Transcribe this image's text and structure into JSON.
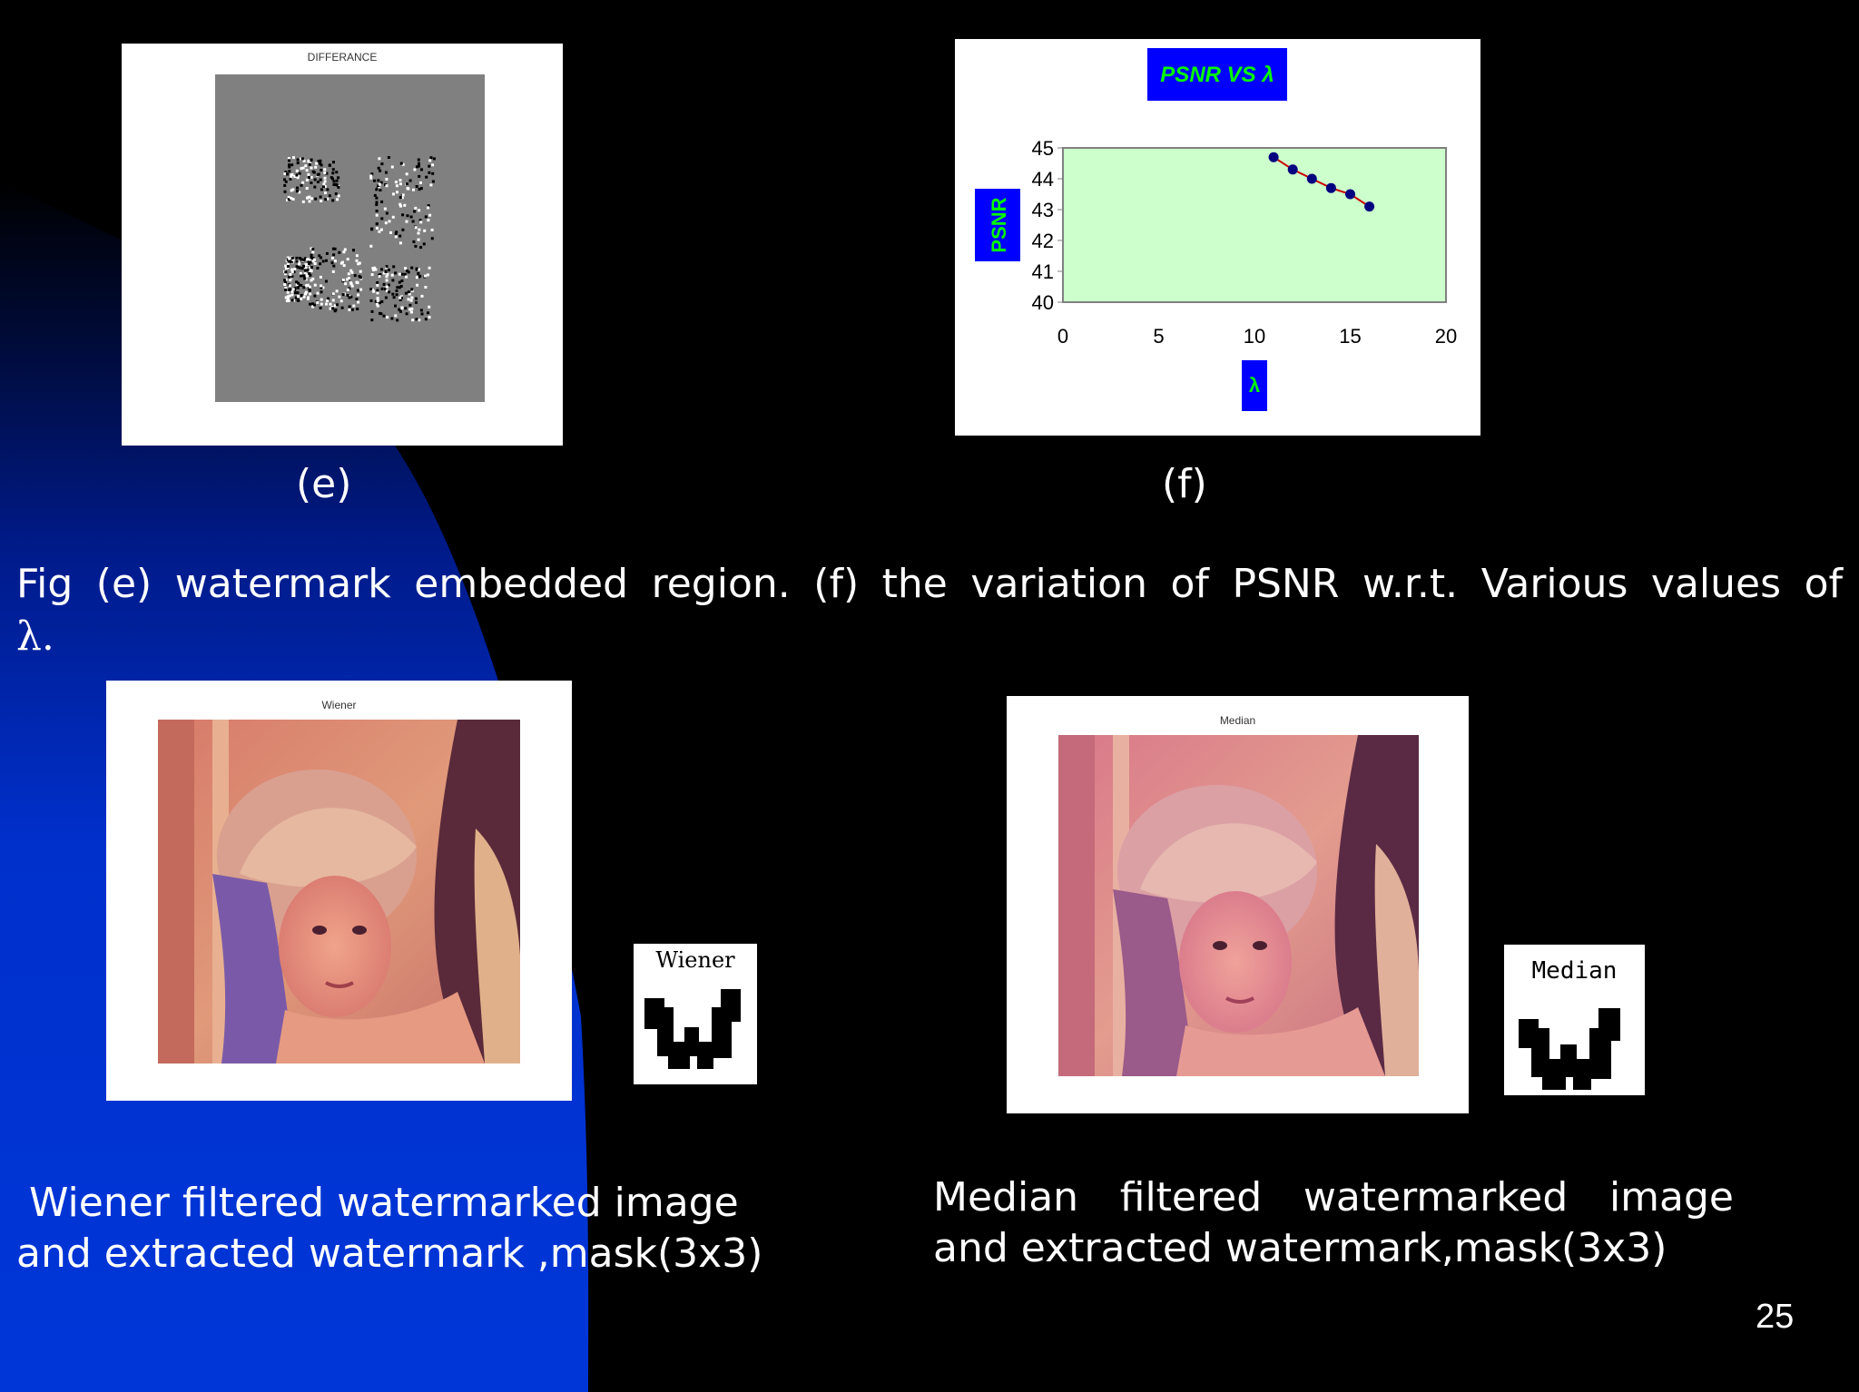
{
  "slide": {
    "page_number": "25",
    "fig_caption_line1": "Fig (e) watermark embedded region. (f) the variation of PSNR w.r.t. Various values of",
    "fig_caption_line2": "λ."
  },
  "fig_e": {
    "title": "DIFFERANCE",
    "label": "(e)"
  },
  "fig_f": {
    "label": "(f)"
  },
  "wiener": {
    "image_title": "Wiener",
    "watermark_title": "Wiener",
    "caption_line1": " Wiener filtered watermarked image",
    "caption_line2": "and extracted watermark ,mask(3x3)"
  },
  "median": {
    "image_title": "Median",
    "watermark_title": "Median",
    "caption_line1": "Median filtered watermarked image",
    "caption_line2": "and extracted watermark,mask(3x3)"
  },
  "colors": {
    "background": "#000000",
    "swoosh_blue": "#0033cc",
    "chart_plot_bg": "#ccffcc",
    "chart_label_bg": "#0000ff",
    "chart_label_text": "#00ff00",
    "series_line": "#cc0000",
    "series_marker": "#000080"
  },
  "chart_data": {
    "type": "line",
    "title": "PSNR VS λ",
    "xlabel": "λ",
    "ylabel": "PSNR",
    "xlim": [
      0,
      20
    ],
    "ylim": [
      40,
      45
    ],
    "x_ticks": [
      "0",
      "5",
      "10",
      "15",
      "20"
    ],
    "y_ticks": [
      "40",
      "41",
      "42",
      "43",
      "44",
      "45"
    ],
    "grid": false,
    "series": [
      {
        "x": [
          11,
          12,
          13,
          14,
          15,
          16
        ],
        "y": [
          44.7,
          44.3,
          44.0,
          43.7,
          43.5,
          43.1
        ]
      }
    ]
  }
}
